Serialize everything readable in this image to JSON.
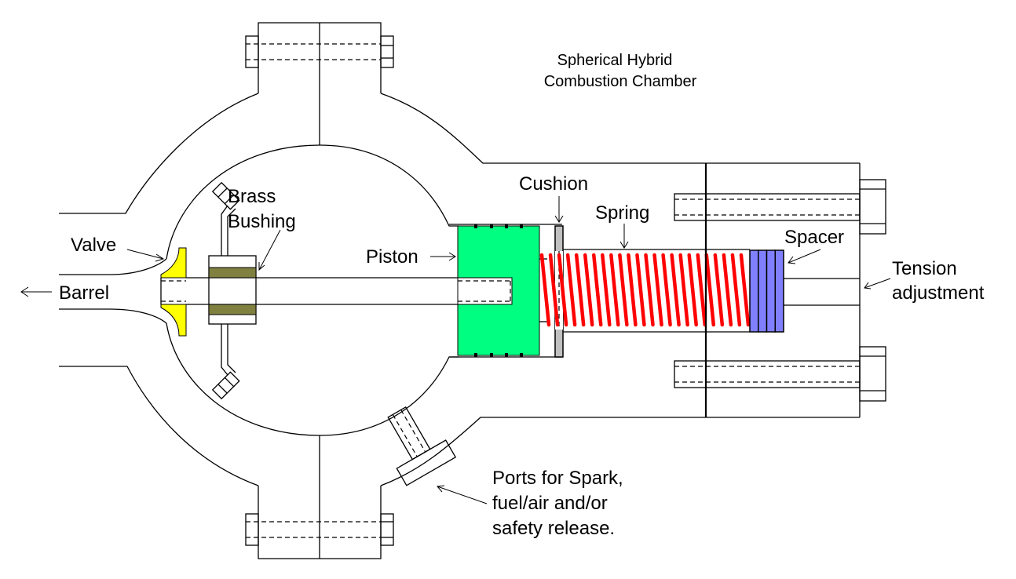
{
  "title": {
    "line1": "Spherical Hybrid",
    "line2": "Combustion Chamber"
  },
  "labels": {
    "barrel": "Barrel",
    "valve": "Valve",
    "brass_bushing_line1": "Brass",
    "brass_bushing_line2": "Bushing",
    "piston": "Piston",
    "cushion": "Cushion",
    "spring": "Spring",
    "spacer": "Spacer",
    "tension_line1": "Tension",
    "tension_line2": "adjustment",
    "ports_line1": "Ports for Spark,",
    "ports_line2": "fuel/air and/or",
    "ports_line3": "safety release."
  },
  "components": {
    "valve": {
      "color": "#ffff00"
    },
    "brass_bushing": {
      "color": "#808040"
    },
    "piston": {
      "color": "#00ff80"
    },
    "cushion": {
      "color": "#c0c0c0"
    },
    "spring": {
      "color": "#ff0000",
      "coil_count": 24
    },
    "spacer": {
      "color": "#8080ff",
      "plate_count": 4
    }
  }
}
